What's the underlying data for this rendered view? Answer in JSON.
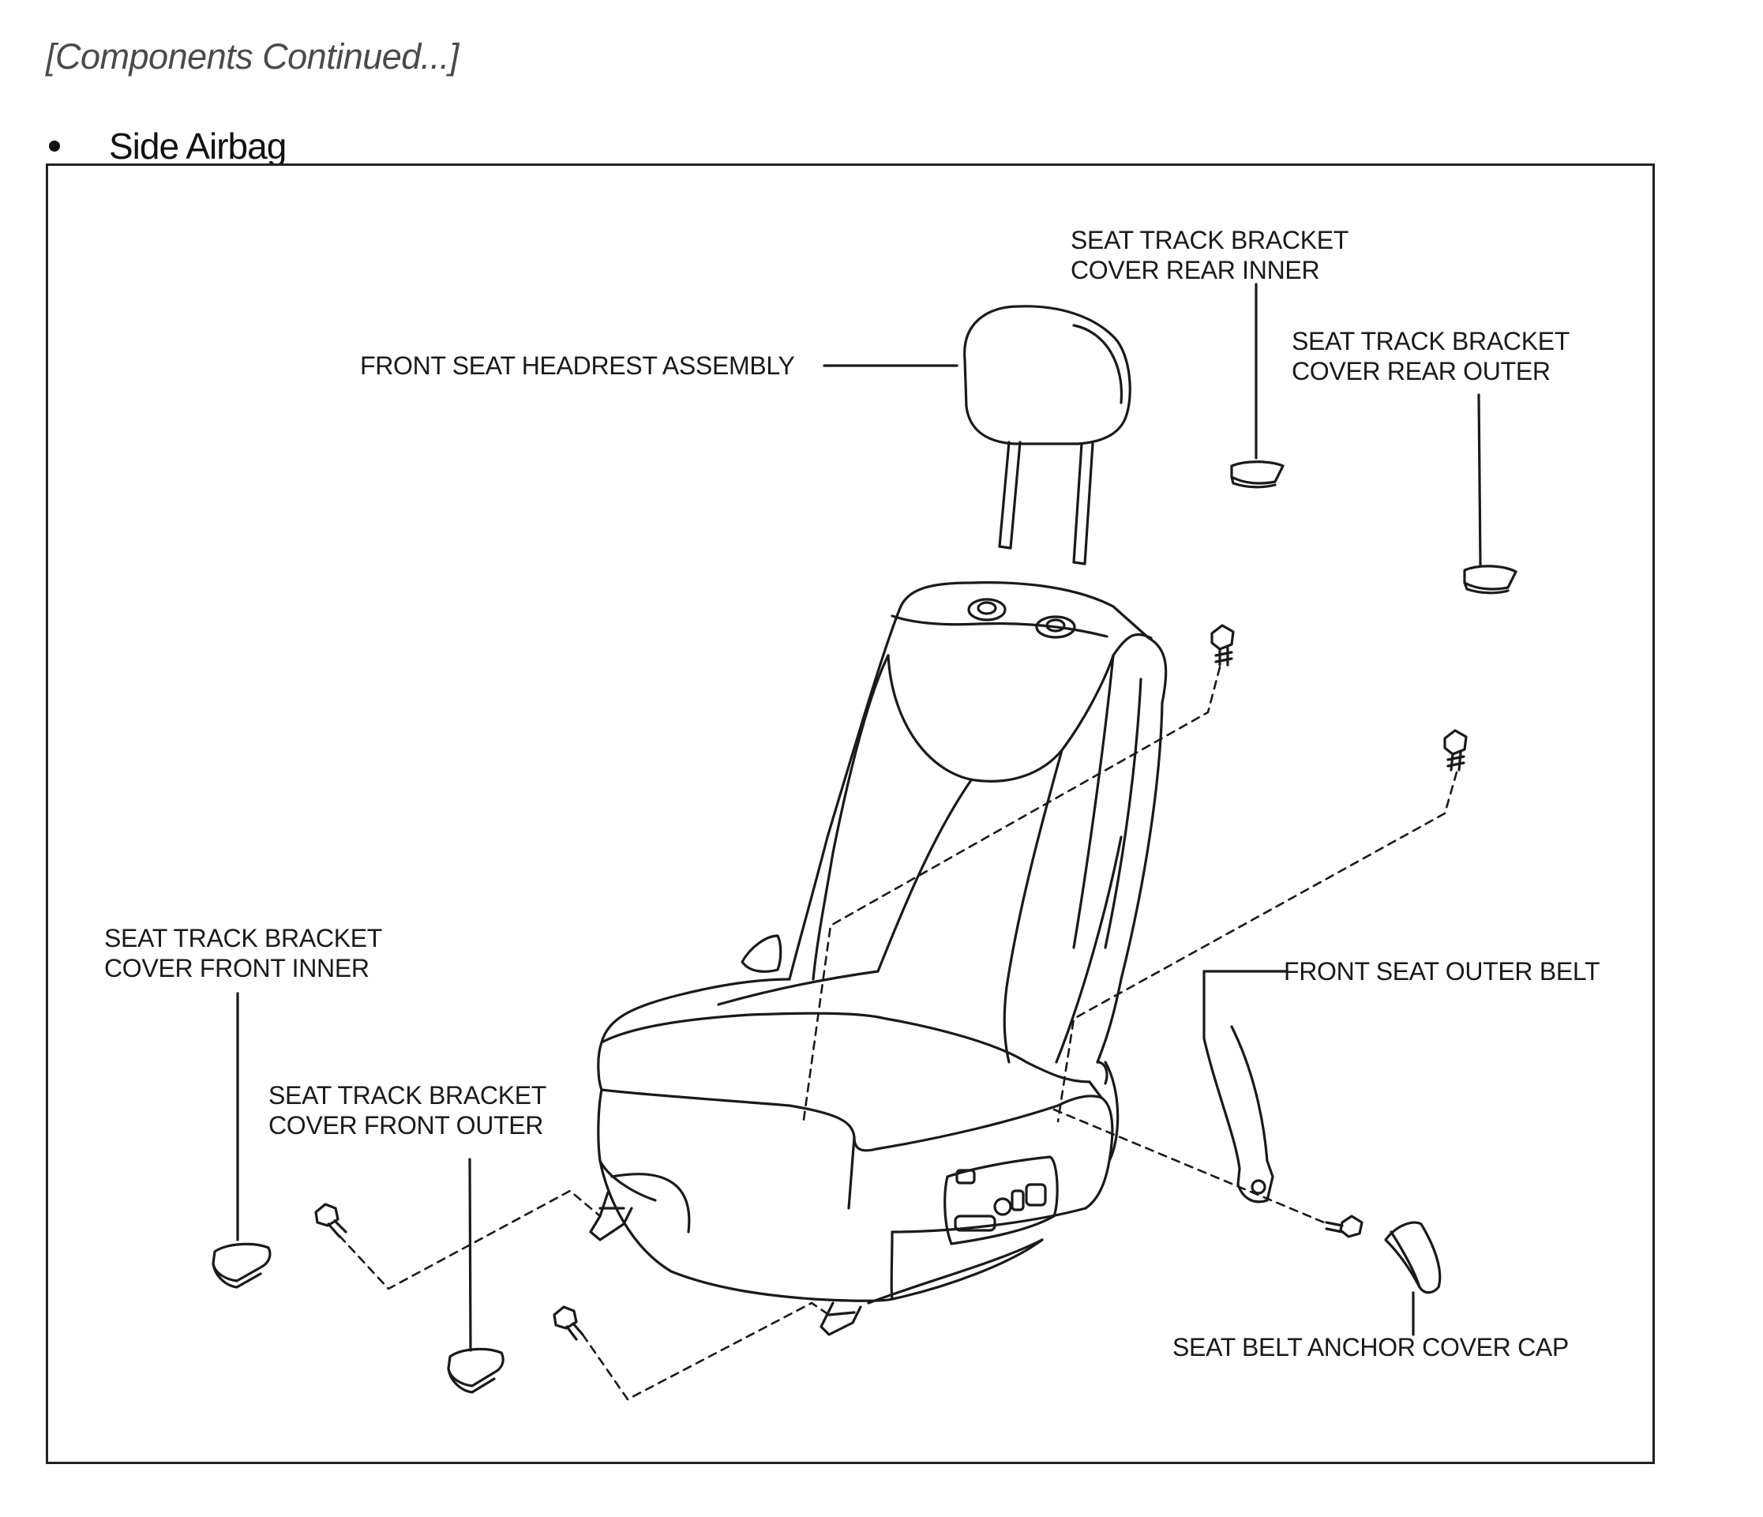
{
  "page": {
    "continued": "[Components Continued...]",
    "section_title": "Side Airbag"
  },
  "labels": {
    "headrest": "FRONT SEAT HEADREST ASSEMBLY",
    "rear_inner": [
      "SEAT TRACK BRACKET",
      "COVER REAR INNER"
    ],
    "rear_outer": [
      "SEAT TRACK BRACKET",
      "COVER REAR OUTER"
    ],
    "front_inner": [
      "SEAT TRACK BRACKET",
      "COVER FRONT INNER"
    ],
    "front_outer": [
      "SEAT TRACK BRACKET",
      "COVER FRONT OUTER"
    ],
    "outer_belt": "FRONT SEAT OUTER BELT",
    "anchor_cap": "SEAT BELT ANCHOR COVER CAP"
  }
}
